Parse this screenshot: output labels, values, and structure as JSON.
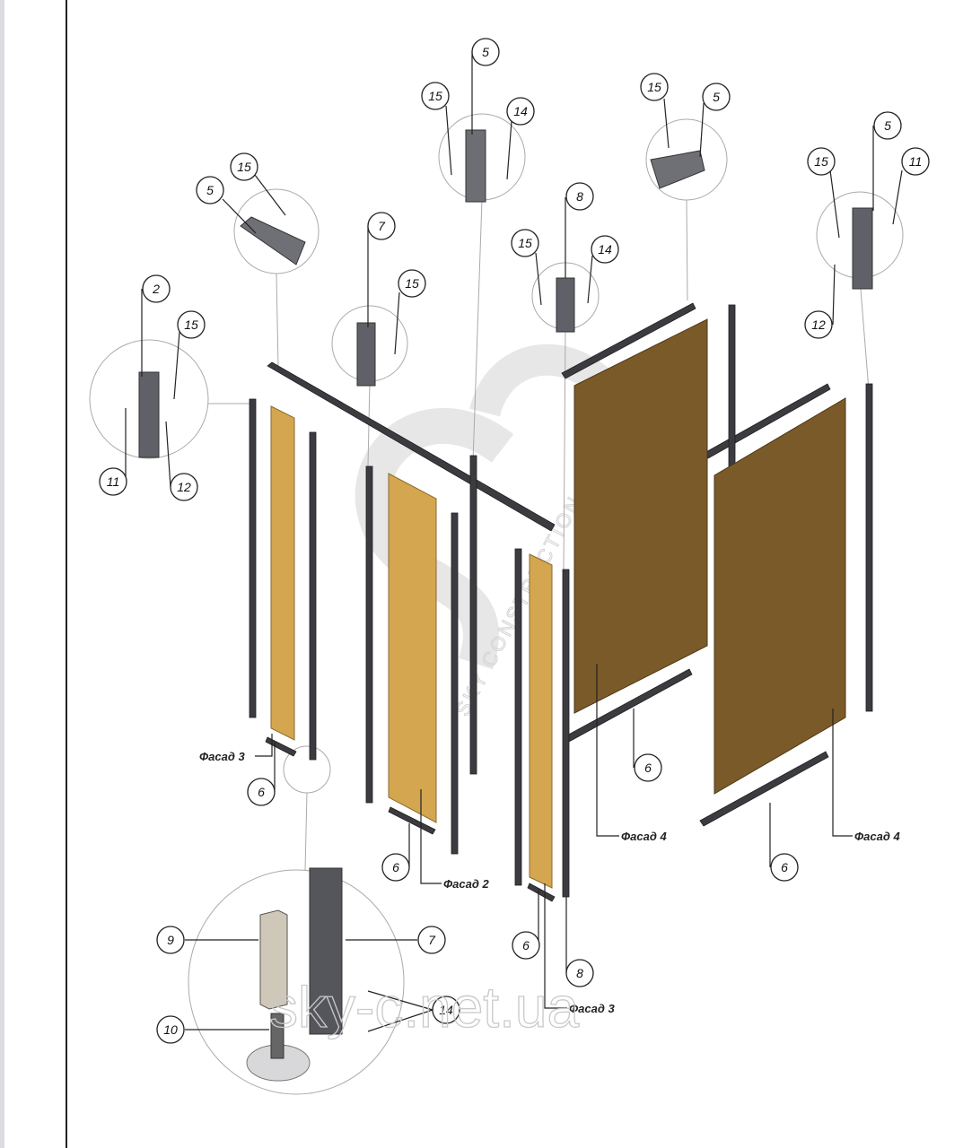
{
  "diagram": {
    "callouts": {
      "c1": "5",
      "c2": "15",
      "c3": "14",
      "c4": "15",
      "c5": "5",
      "c6": "5",
      "c7": "15",
      "c8": "11",
      "c9": "15",
      "c10": "5",
      "c11": "7",
      "c12": "8",
      "c13": "15",
      "c14": "14",
      "c15": "2",
      "c16": "15",
      "c17": "15",
      "c18": "12",
      "c19": "11",
      "c20": "12",
      "c21": "6",
      "c22": "6",
      "c23": "6",
      "c24": "6",
      "c25": "6",
      "c26": "8",
      "c27": "9",
      "c28": "7",
      "c29": "10",
      "c30": "14"
    },
    "facade_labels": {
      "f1": "Фасад 3",
      "f2": "Фасад 2",
      "f3": "Фасад 4",
      "f4": "Фасад 4",
      "f5": "Фасад 3"
    },
    "watermark": "sky-c.net.ua",
    "watermark_logo": "SKY CONSTRUCTION",
    "colors": {
      "light_panel": "#d4a650",
      "dark_panel": "#7b5a2a",
      "profile": "#3c3c40"
    }
  }
}
